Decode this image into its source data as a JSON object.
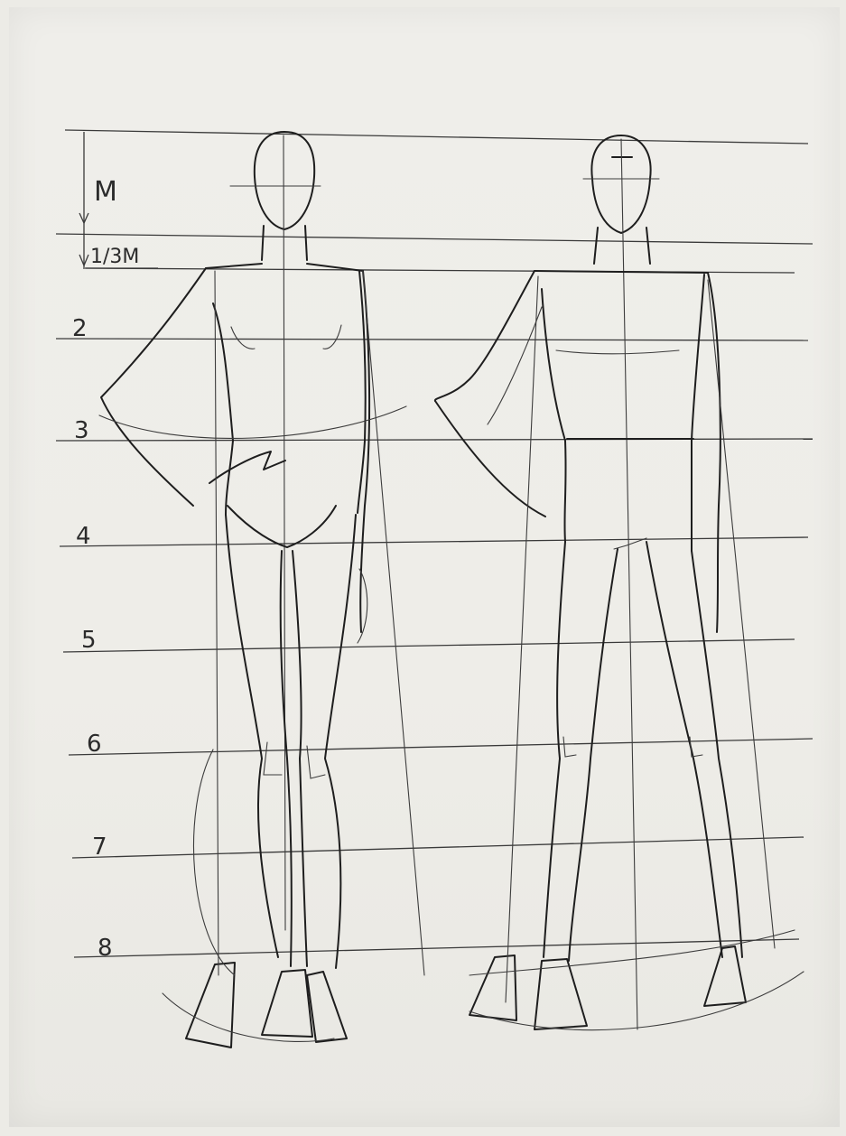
{
  "measure_labels": {
    "head_unit": "M",
    "neck_unit": "1/3M",
    "rows": [
      "2",
      "3",
      "4",
      "5",
      "6",
      "7",
      "8"
    ]
  },
  "colors": {
    "paper": "#eeede8",
    "ink": "#1e1e1e",
    "guide": "#3a3a3a"
  }
}
